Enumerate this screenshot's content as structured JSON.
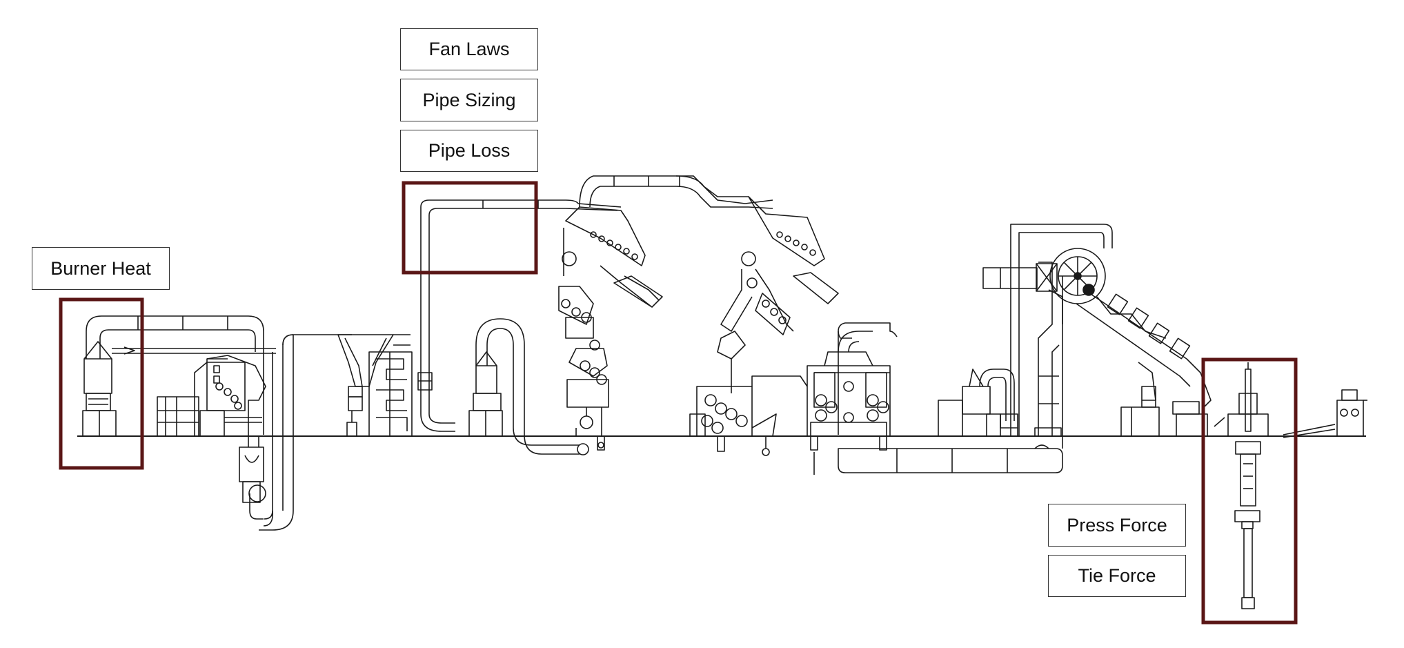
{
  "buttons": {
    "fan_laws": "Fan Laws",
    "pipe_sizing": "Pipe Sizing",
    "pipe_loss": "Pipe Loss",
    "burner_heat": "Burner Heat",
    "press_force": "Press Force",
    "tie_force": "Tie Force"
  },
  "colors": {
    "highlight": "#5a1616",
    "line": "#1a1a1a",
    "button_border": "#333333"
  }
}
